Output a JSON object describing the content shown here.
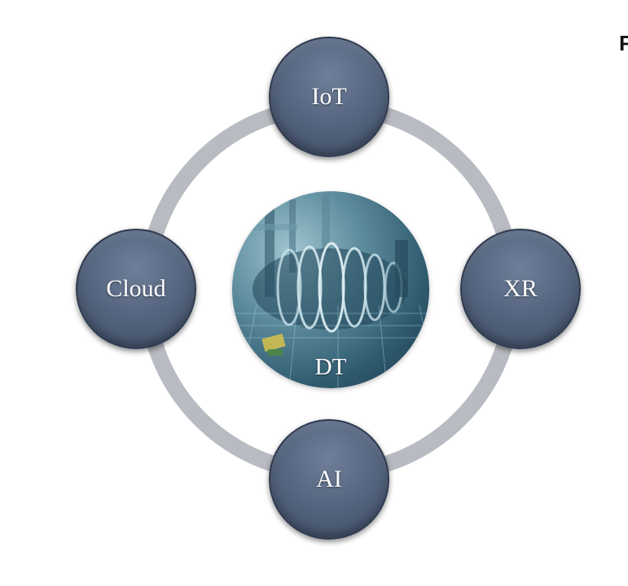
{
  "diagram": {
    "center_label": "DT",
    "nodes": {
      "iot": "IoT",
      "cloud": "Cloud",
      "xr": "XR",
      "ai": "AI"
    }
  },
  "edge_fragment": "F",
  "colors": {
    "ring": "#b9bbc2",
    "node_fill": "#52627c",
    "node_border": "#2f3b50",
    "center_fill": "#2f5a6e",
    "label": "#ffffff"
  }
}
